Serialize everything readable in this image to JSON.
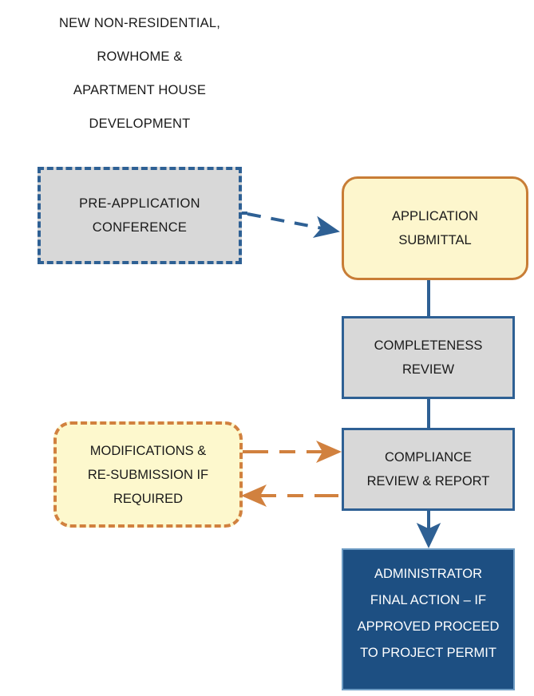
{
  "diagram": {
    "title_lines": [
      "NEW NON-RESIDENTIAL,",
      "ROWHOME &",
      "APARTMENT HOUSE",
      "DEVELOPMENT"
    ],
    "colors": {
      "steel_blue": "#2E6094",
      "dark_navy": "#1D4F82",
      "orange": "#C87D36",
      "orange_dashed": "#D1813F",
      "gray_fill": "#D8D8D8",
      "yellow_fill": "#FDF6CD",
      "white_text": "#FFFFFF",
      "body_text": "#1A1A1A",
      "background": "#FFFFFF"
    },
    "nodes": {
      "pre_application": {
        "lines": [
          "PRE-APPLICATION",
          "CONFERENCE"
        ],
        "shape": "rectangle",
        "border_style": "dashed",
        "border_color": "#2E6094",
        "fill": "#D8D8D8"
      },
      "application_submittal": {
        "lines": [
          "APPLICATION",
          "SUBMITTAL"
        ],
        "shape": "rounded-rectangle",
        "border_style": "solid",
        "border_color": "#C87D36",
        "fill": "#FDF6CD"
      },
      "completeness_review": {
        "lines": [
          "COMPLETENESS",
          "REVIEW"
        ],
        "shape": "rectangle",
        "border_style": "solid",
        "border_color": "#2E6094",
        "fill": "#D8D8D8"
      },
      "modifications": {
        "lines": [
          "MODIFICATIONS &",
          "RE-SUBMISSION IF",
          "REQUIRED"
        ],
        "shape": "rounded-rectangle",
        "border_style": "dashed",
        "border_color": "#D1813F",
        "fill": "#FDF8CD"
      },
      "compliance_review": {
        "lines": [
          "COMPLIANCE",
          "REVIEW & REPORT"
        ],
        "shape": "rectangle",
        "border_style": "solid",
        "border_color": "#2E6094",
        "fill": "#D8D8D8"
      },
      "administrator_final_action": {
        "lines": [
          "ADMINISTRATOR",
          "FINAL ACTION – IF",
          "APPROVED PROCEED",
          "TO PROJECT PERMIT"
        ],
        "shape": "rectangle",
        "border_style": "solid",
        "border_color": "#6E9CC4",
        "fill": "#1D4F82"
      }
    },
    "edges": [
      {
        "from": "pre_application",
        "to": "application_submittal",
        "style": "dashed",
        "color": "#2E6094",
        "arrow": true
      },
      {
        "from": "application_submittal",
        "to": "completeness_review",
        "style": "solid",
        "color": "#2E6094",
        "arrow": false
      },
      {
        "from": "completeness_review",
        "to": "compliance_review",
        "style": "solid",
        "color": "#2E6094",
        "arrow": false
      },
      {
        "from": "modifications",
        "to": "compliance_review",
        "style": "dashed",
        "color": "#D1813F",
        "arrow": true
      },
      {
        "from": "compliance_review",
        "to": "modifications",
        "style": "dashed",
        "color": "#D1813F",
        "arrow": true
      },
      {
        "from": "compliance_review",
        "to": "administrator_final_action",
        "style": "solid",
        "color": "#2E6094",
        "arrow": true
      }
    ]
  }
}
